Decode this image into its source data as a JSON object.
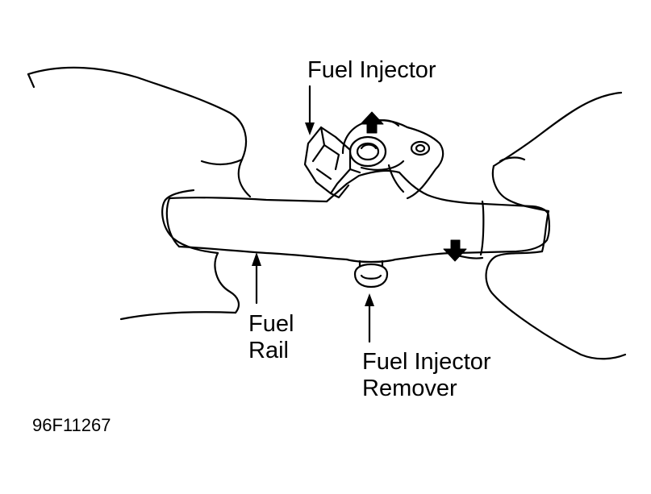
{
  "labels": {
    "fuel_injector": "Fuel Injector",
    "fuel_rail_line1": "Fuel",
    "fuel_rail_line2": "Rail",
    "remover_line1": "Fuel Injector",
    "remover_line2": "Remover"
  },
  "figure_code": "96F11267",
  "colors": {
    "ink": "#000000",
    "paper": "#ffffff"
  }
}
